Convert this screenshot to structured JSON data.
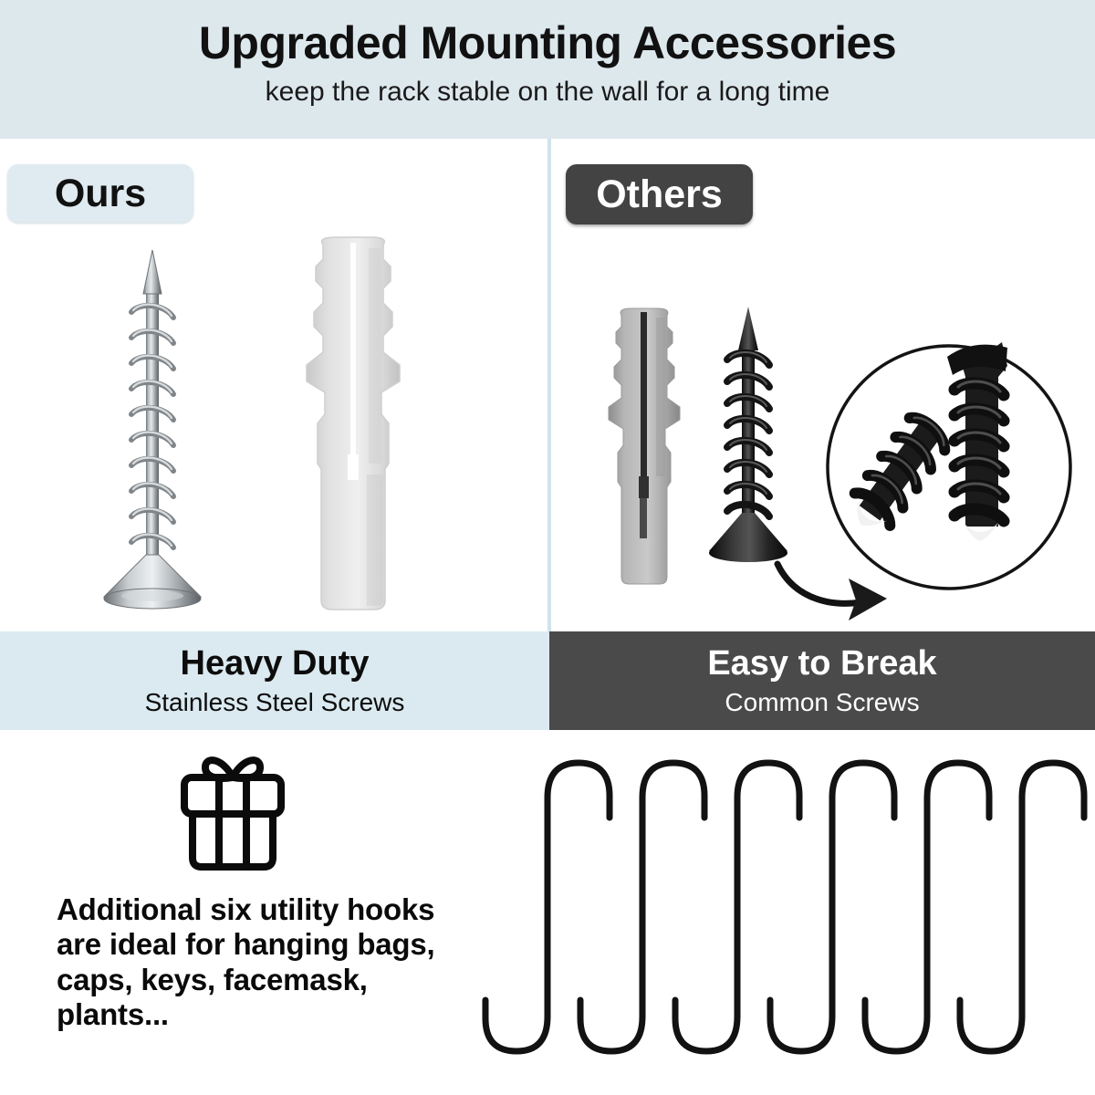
{
  "header": {
    "title": "Upgraded Mounting Accessories",
    "subtitle": "keep the rack stable on the wall for a long time",
    "bg_color": "#dde8ed"
  },
  "comparison": {
    "ours": {
      "badge_label": "Ours",
      "badge_bg": "#dfebf0",
      "badge_text_color": "#111111",
      "caption_title": "Heavy Duty",
      "caption_subtitle": "Stainless Steel Screws",
      "caption_bg": "#dbeaf0",
      "caption_text_color": "#0d0d0d",
      "items": [
        {
          "name": "stainless-steel-screw",
          "color": "#a9adb0"
        },
        {
          "name": "plastic-wall-anchor",
          "color": "#d6d6d6"
        }
      ]
    },
    "others": {
      "badge_label": "Others",
      "badge_bg": "#434343",
      "badge_text_color": "#ffffff",
      "caption_title": "Easy to Break",
      "caption_subtitle": "Common Screws",
      "caption_bg": "#4a4a4a",
      "caption_text_color": "#ffffff",
      "items": [
        {
          "name": "gray-wall-anchor",
          "color": "#9b9b9b"
        },
        {
          "name": "black-common-screw",
          "color": "#1d1d1d"
        },
        {
          "name": "magnifier-broken-screw",
          "color": "#111111"
        },
        {
          "name": "pointer-arrow",
          "color": "#111111"
        }
      ]
    }
  },
  "bonus": {
    "icon": "gift-box-icon",
    "text": "Additional six utility hooks are ideal for hanging bags, caps, keys, facemask, plants...",
    "text_lines": [
      "Additional six utility",
      "hooks are ideal for",
      "hanging bags, caps,",
      "keys, facemask,",
      "plants..."
    ],
    "hooks": {
      "name": "s-hook",
      "count": 6,
      "color": "#121212"
    }
  }
}
